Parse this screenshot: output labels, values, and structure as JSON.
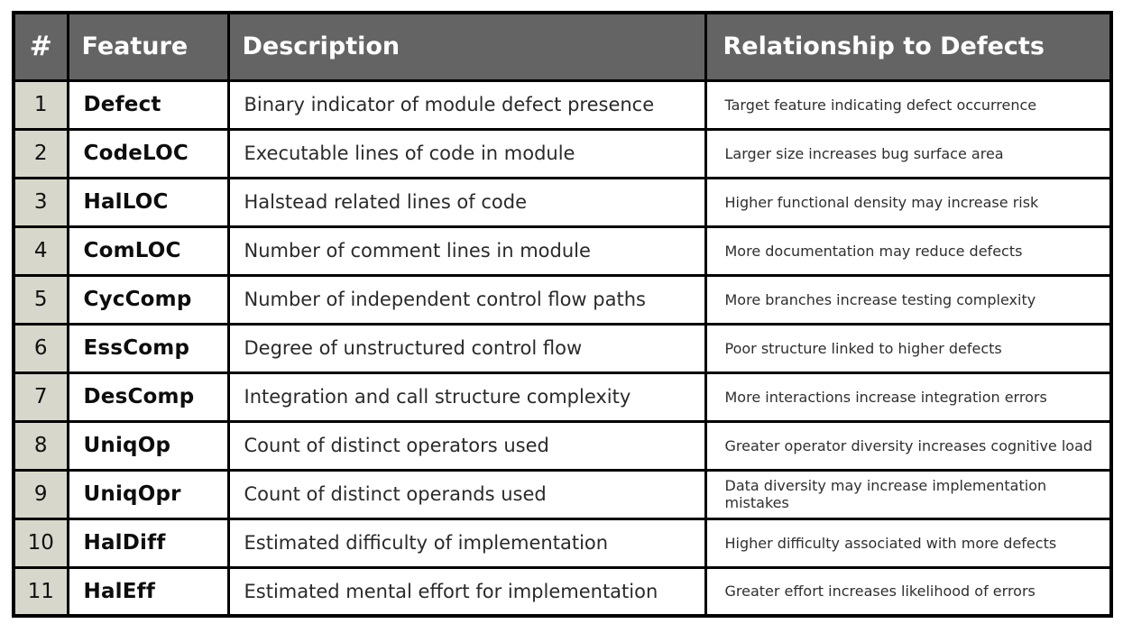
{
  "table": {
    "columns": [
      {
        "key": "num",
        "label": "#"
      },
      {
        "key": "feat",
        "label": "Feature"
      },
      {
        "key": "desc",
        "label": "Description"
      },
      {
        "key": "rel",
        "label": "Relationship to Defects"
      }
    ],
    "header_bg": "#646464",
    "header_fg": "#ffffff",
    "index_col_bg": "#d7d7cb",
    "cell_bg": "#ffffff",
    "border_color": "#000000",
    "rows": [
      {
        "num": "1",
        "feat": "Defect",
        "desc": "Binary indicator of module defect presence",
        "rel": "Target feature indicating defect occurrence"
      },
      {
        "num": "2",
        "feat": "CodeLOC",
        "desc": "Executable lines of code in module",
        "rel": "Larger size increases bug surface area"
      },
      {
        "num": "3",
        "feat": "HalLOC",
        "desc": "Halstead related lines of code",
        "rel": "Higher functional density may increase risk"
      },
      {
        "num": "4",
        "feat": "ComLOC",
        "desc": "Number of comment lines in module",
        "rel": "More documentation may reduce defects"
      },
      {
        "num": "5",
        "feat": "CycComp",
        "desc": "Number of independent control flow paths",
        "rel": "More branches increase testing complexity"
      },
      {
        "num": "6",
        "feat": "EssComp",
        "desc": "Degree of unstructured control flow",
        "rel": "Poor structure linked to higher defects"
      },
      {
        "num": "7",
        "feat": "DesComp",
        "desc": "Integration and call structure complexity",
        "rel": "More interactions increase integration errors"
      },
      {
        "num": "8",
        "feat": "UniqOp",
        "desc": "Count of distinct operators used",
        "rel": "Greater operator diversity increases cognitive load"
      },
      {
        "num": "9",
        "feat": "UniqOpr",
        "desc": "Count of distinct operands used",
        "rel": "Data diversity may increase implementation mistakes"
      },
      {
        "num": "10",
        "feat": "HalDiff",
        "desc": "Estimated difficulty of implementation",
        "rel": "Higher difficulty associated with more defects"
      },
      {
        "num": "11",
        "feat": "HalEff",
        "desc": "Estimated mental effort for implementation",
        "rel": "Greater effort increases likelihood of errors"
      }
    ]
  }
}
